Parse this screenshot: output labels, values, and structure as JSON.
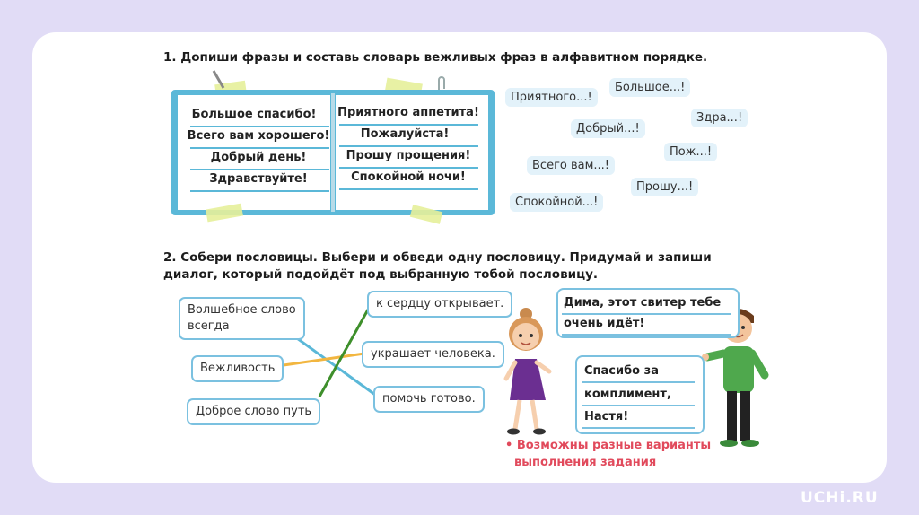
{
  "task1": {
    "title": "1. Допиши фразы и составь словарь вежливых фраз в алфавитном порядке."
  },
  "book": {
    "left": [
      "Большое спасибо!",
      "Всего вам хорошего!",
      "Добрый день!",
      "Здравствуйте!"
    ],
    "right": [
      "Приятного аппетита!",
      "Пожалуйста!",
      "Прошу прощения!",
      "Спокойной ночи!"
    ]
  },
  "chips": [
    "Приятного...!",
    "Большое...!",
    "Здра...!",
    "Добрый...!",
    "Пож...!",
    "Всего вам...!",
    "Прошу...!",
    "Спокойной...!"
  ],
  "task2": {
    "line1": "2. Собери пословицы. Выбери и обведи одну пословицу. Придумай и запиши",
    "line2": "диалог, который подойдёт под выбранную тобой пословицу."
  },
  "proverbs": {
    "left": [
      "Волшебное слово",
      "всегда",
      "Вежливость",
      "Доброе слово путь"
    ],
    "right": [
      "к сердцу открывает.",
      "украшает человека.",
      "помочь готово."
    ]
  },
  "dialog": {
    "b1": [
      "Дима, этот свитер тебе",
      "очень идёт!"
    ],
    "b2": [
      "Спасибо за",
      "комплимент,",
      "Настя!"
    ]
  },
  "note": [
    "• Возможны разные варианты",
    "выполнения задания"
  ],
  "logo": "UCHi.RU",
  "colors": {
    "background": "#e1dcf6",
    "card": "#ffffff",
    "book": "#5bb8d8",
    "chip": "#e3f2fa",
    "note": "#e14a5c",
    "line_blue": "#5bb8d8",
    "line_orange": "#f2b640",
    "line_green": "#3e8f2b"
  }
}
